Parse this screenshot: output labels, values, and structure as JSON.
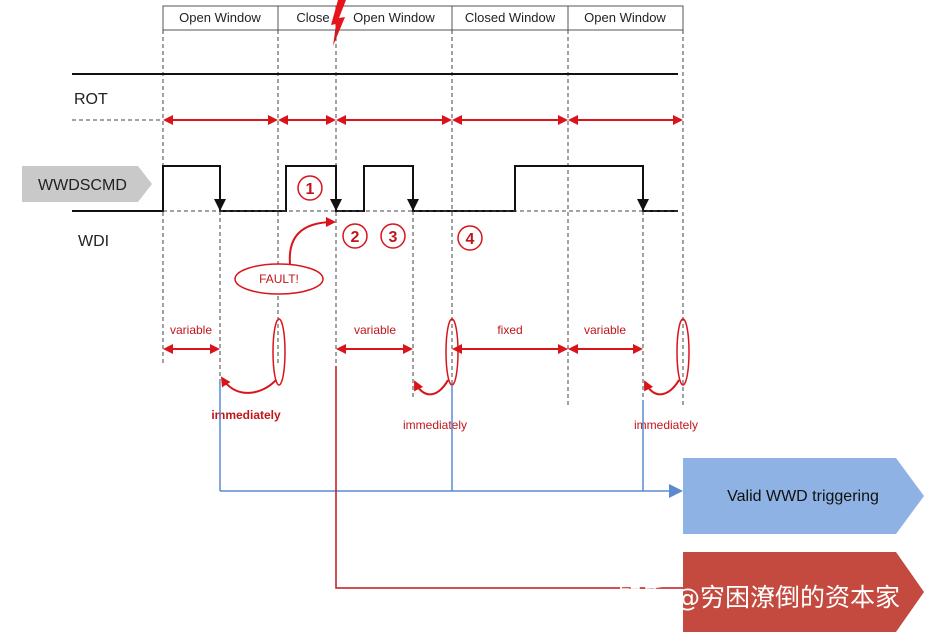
{
  "windows": [
    "Open Window",
    "Close",
    "Open Window",
    "Closed Window",
    "Open Window"
  ],
  "signals": {
    "rot": "ROT",
    "wwdscmd": "WWDSCMD",
    "wdi": "WDI"
  },
  "markers": [
    "1",
    "2",
    "3",
    "4"
  ],
  "fault_label": "FAULT!",
  "interval_labels": [
    "variable",
    "variable",
    "fixed",
    "variable"
  ],
  "immediately_labels": [
    "immediately",
    "immediately",
    "immediately"
  ],
  "outcomes": {
    "valid": "Valid WWD triggering",
    "invalid": ""
  },
  "watermark": "知乎 @穷困潦倒的资本家",
  "colors": {
    "red": "#d9141b",
    "blue": "#5b8ad0",
    "valid_box": "#8eb2e3",
    "invalid_box": "#c44a3f",
    "signal_tag": "#c9c9c9"
  }
}
